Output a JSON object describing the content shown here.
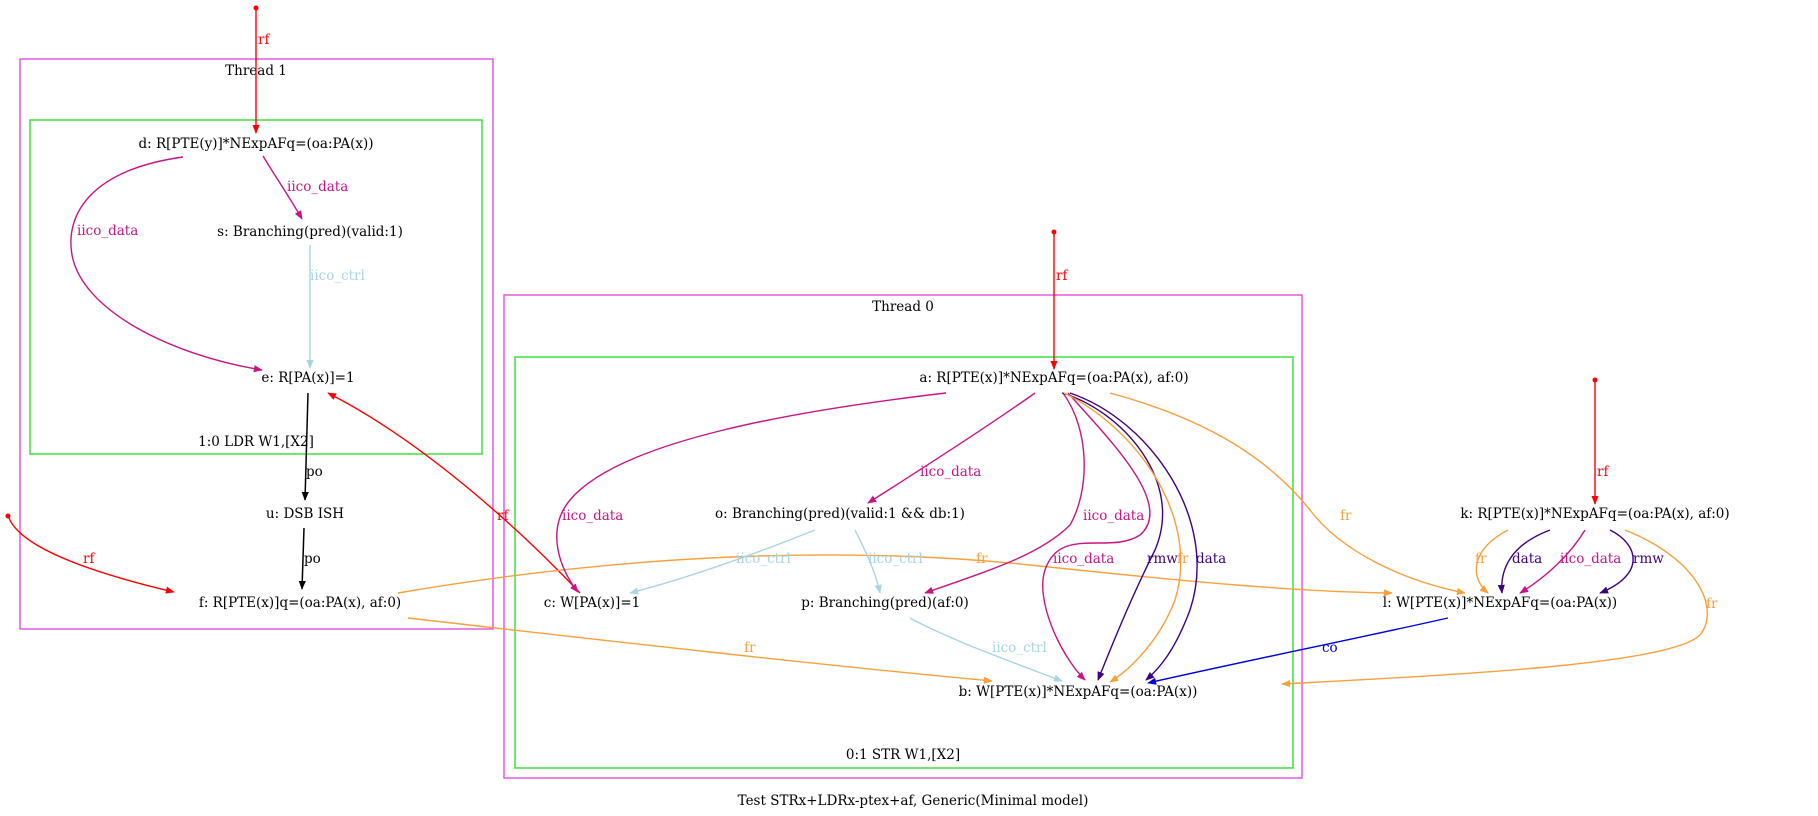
{
  "caption": "Test STRx+LDRx-ptex+af, Generic(Minimal model)",
  "colors": {
    "thread_border": "#e040e0",
    "instr_border": "#40e040",
    "rf": "#ff0000",
    "iico_data": "#c71585",
    "iico_ctrl": "#a8d4e6",
    "po": "#000000",
    "fr": "#f7a03c",
    "rmw": "#3c0080",
    "data": "#3c0080",
    "co": "#0000dd"
  },
  "threads": {
    "t1": {
      "label": "Thread 1",
      "instr_label": "1:0 LDR W1,[X2]"
    },
    "t0": {
      "label": "Thread 0",
      "instr_label": "0:1 STR W1,[X2]"
    }
  },
  "nodes": {
    "d": "d: R[PTE(y)]*NExpAFq=(oa:PA(x))",
    "s": "s: Branching(pred)(valid:1)",
    "e": "e: R[PA(x)]=1",
    "u": "u: DSB ISH",
    "f": "f: R[PTE(x)]q=(oa:PA(x), af:0)",
    "a": "a: R[PTE(x)]*NExpAFq=(oa:PA(x), af:0)",
    "o": "o: Branching(pred)(valid:1 && db:1)",
    "c": "c: W[PA(x)]=1",
    "p": "p: Branching(pred)(af:0)",
    "b": "b: W[PTE(x)]*NExpAFq=(oa:PA(x))",
    "k": "k: R[PTE(x)]*NExpAFq=(oa:PA(x), af:0)",
    "l": "l: W[PTE(x)]*NExpAFq=(oa:PA(x))"
  },
  "edge_labels": {
    "rf": "rf",
    "iico_data": "iico_data",
    "iico_ctrl": "iico_ctrl",
    "po": "po",
    "fr": "fr",
    "rmw": "rmw",
    "data": "data",
    "co": "co"
  }
}
